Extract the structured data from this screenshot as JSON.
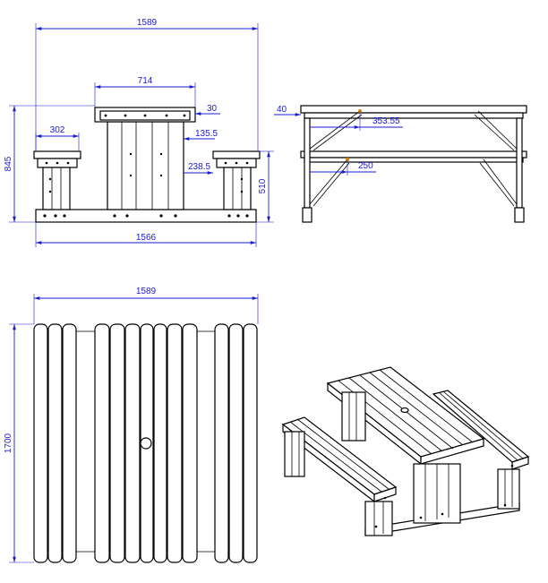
{
  "drawing": {
    "front_view": {
      "overall_width": "1589",
      "table_top_width": "714",
      "top_overhang": "30",
      "seat_width": "302",
      "gap_top_to_leg": "135.5",
      "gap_to_seat": "238.5",
      "overall_height": "845",
      "seat_height": "510",
      "base_length": "1566"
    },
    "side_view": {
      "plank_thickness": "40",
      "upper_bolt_offset": "353.55",
      "lower_bolt_offset": "250"
    },
    "plan_view": {
      "overall_width": "1589",
      "overall_length": "1700"
    }
  },
  "colors": {
    "dimension": "#1a1ad6",
    "lines": "#000000",
    "bolt": "#e08a00"
  }
}
